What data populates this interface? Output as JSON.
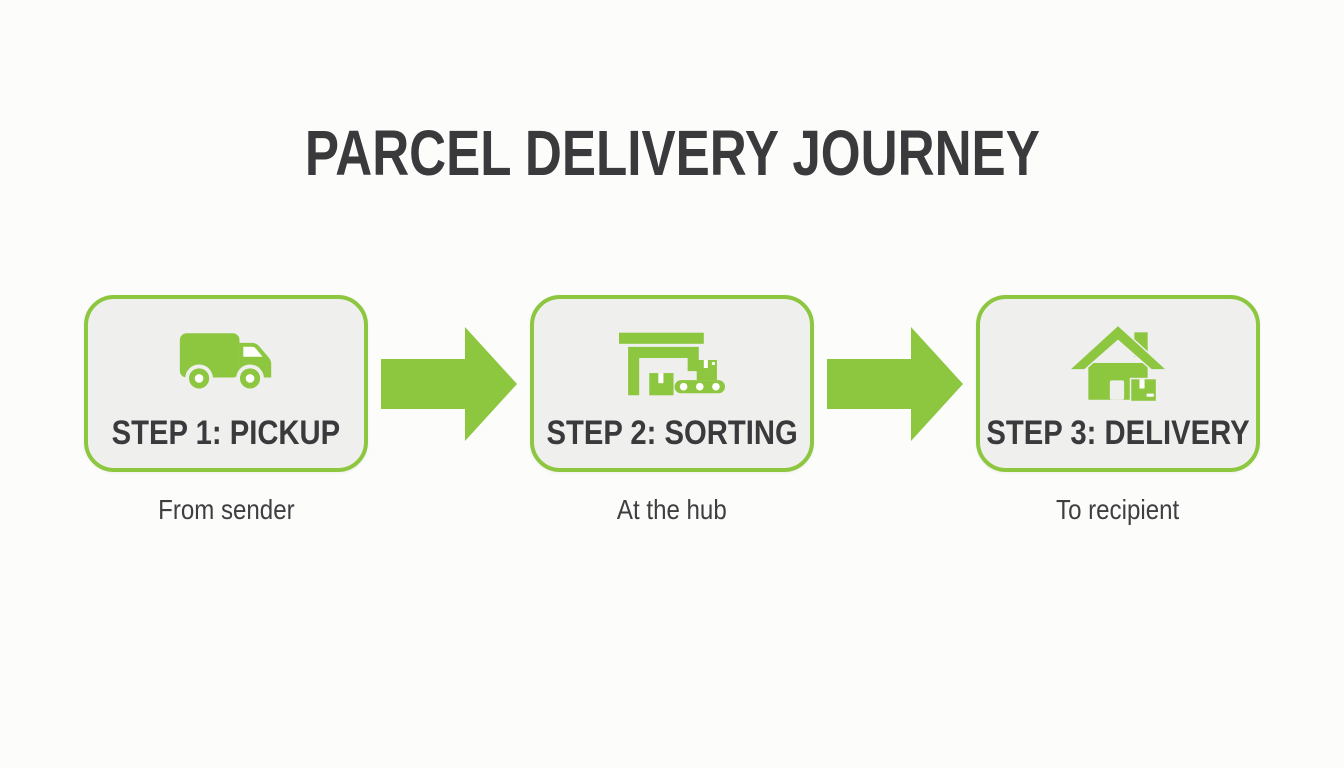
{
  "page": {
    "title": "PARCEL DELIVERY JOURNEY"
  },
  "colors": {
    "accent_green": "#8dc63f",
    "card_fill": "#efefee",
    "card_border": "#8dc63f",
    "text_dark": "#3a3a3c",
    "background": "#fcfcfb"
  },
  "steps": [
    {
      "label": "STEP 1: PICKUP",
      "caption": "From sender",
      "icon": "delivery-truck-icon"
    },
    {
      "label": "STEP 2: SORTING",
      "caption": "At the hub",
      "icon": "warehouse-conveyor-icon"
    },
    {
      "label": "STEP 3: DELIVERY",
      "caption": "To recipient",
      "icon": "house-delivered-icon"
    }
  ],
  "connectors": [
    {
      "icon": "arrow-right-icon"
    },
    {
      "icon": "arrow-right-icon"
    }
  ]
}
